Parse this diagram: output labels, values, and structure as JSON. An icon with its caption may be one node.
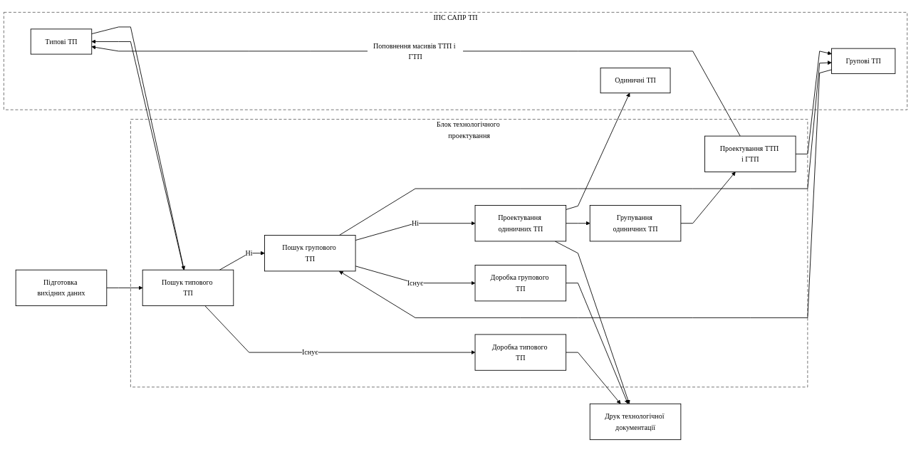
{
  "diagram": {
    "nodes": [
      {
        "text": [
          "ІПС САПР ТП"
        ]
      },
      {
        "text": [
          "Типові ТП"
        ],
        "in": 0
      },
      {
        "text": [
          "Групові ТП"
        ],
        "in": 0
      },
      {
        "text": [
          "Одиничні ТП"
        ],
        "in": 0
      },
      {
        "text": [
          "Підготовка вихідних даних"
        ]
      },
      {
        "text": [
          "Блок технологічного проектування"
        ]
      },
      {
        "text": [
          "Пошук типового ТП"
        ],
        "in": 5
      },
      {
        "text": [
          "Пошук групового ТП"
        ],
        "in": 5
      },
      {
        "text": [
          "Проектування одиничних ТП"
        ],
        "in": 5
      },
      {
        "text": [
          "Групування одиничних ТП"
        ],
        "in": 5
      },
      {
        "text": [
          "Проектування ТТП і ГТП"
        ],
        "in": 5
      },
      {
        "text": [
          "Доробка типового ТП"
        ],
        "in": 5
      },
      {
        "text": [
          "Доробка групового ТП"
        ],
        "in": 5
      },
      {
        "text": [
          "Друк технологічної документації"
        ]
      }
    ],
    "edges": [
      {
        "from": 10,
        "to": 1,
        "arrow": "to",
        "label": "Поповнення масивів ТТП і ГТП"
      },
      {
        "from": 10,
        "to": 2,
        "arrow": "to"
      },
      {
        "from": 6,
        "to": 1,
        "arrow": "to"
      },
      {
        "from": 1,
        "to": 6,
        "arrow": "to"
      },
      {
        "from": 7,
        "to": 2,
        "arrow": "to"
      },
      {
        "from": 2,
        "to": 7,
        "arrow": "to"
      },
      {
        "from": 8,
        "to": 3,
        "arrow": "to"
      },
      {
        "from": 4,
        "to": 6,
        "arrow": "to"
      },
      {
        "from": 6,
        "to": 7,
        "arrow": "to",
        "label": "Ні"
      },
      {
        "from": 7,
        "to": 8,
        "arrow": "to",
        "label": "Ні"
      },
      {
        "from": 8,
        "to": 9,
        "arrow": "to"
      },
      {
        "from": 9,
        "to": 10,
        "arrow": "to"
      },
      {
        "from": 6,
        "to": 11,
        "arrow": "to",
        "label": "Існує"
      },
      {
        "from": 7,
        "to": 12,
        "arrow": "to",
        "label": "Існує"
      },
      {
        "from": 11,
        "to": 13,
        "arrow": "to"
      },
      {
        "from": 12,
        "to": 13,
        "arrow": "to"
      },
      {
        "from": 8,
        "to": 13,
        "arrow": "to"
      }
    ]
  }
}
